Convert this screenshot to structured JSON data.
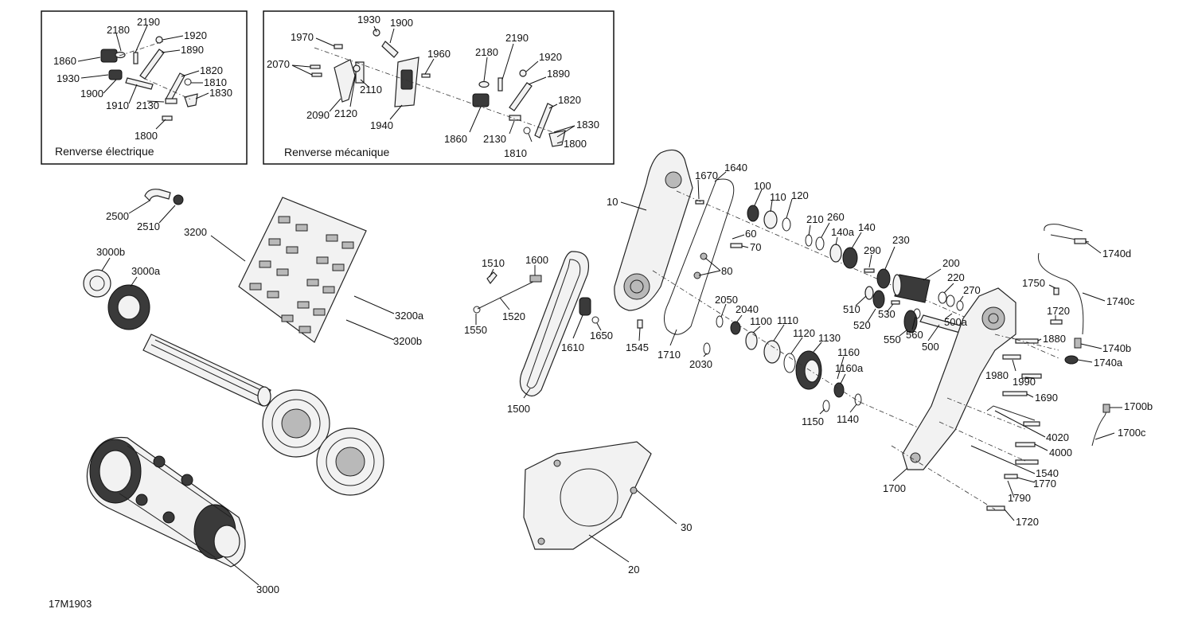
{
  "diagram": {
    "code": "17M1903",
    "insets": {
      "electric": {
        "caption": "Renverse électrique"
      },
      "mechanical": {
        "caption": "Renverse mécanique"
      }
    },
    "labels": {
      "p2180a": "2180",
      "p2190a": "2190",
      "p1920a": "1920",
      "p1890a": "1890",
      "p1860a": "1860",
      "p1930a": "1930",
      "p1820a": "1820",
      "p1810a": "1810",
      "p1900a": "1900",
      "p1910a": "1910",
      "p2130a": "2130",
      "p1830a": "1830",
      "p1800a": "1800",
      "p1930b": "1930",
      "p1900b": "1900",
      "p1970": "1970",
      "p1960": "1960",
      "p2070": "2070",
      "p2110": "2110",
      "p2120": "2120",
      "p2090": "2090",
      "p1940": "1940",
      "p2190b": "2190",
      "p2180b": "2180",
      "p1920b": "1920",
      "p1890b": "1890",
      "p1820b": "1820",
      "p1830b": "1830",
      "p1860b": "1860",
      "p2130b": "2130",
      "p1800b": "1800",
      "p1810b": "1810",
      "p2500": "2500",
      "p2510": "2510",
      "p3200": "3200",
      "p3000b": "3000b",
      "p3000a": "3000a",
      "p3200a": "3200a",
      "p3200b": "3200b",
      "p3000": "3000",
      "p1510": "1510",
      "p1600": "1600",
      "p1520": "1520",
      "p1550": "1550",
      "p1610": "1610",
      "p1650": "1650",
      "p1500": "1500",
      "p10": "10",
      "p1670": "1670",
      "p1640": "1640",
      "p100": "100",
      "p110": "110",
      "p120": "120",
      "p60": "60",
      "p70": "70",
      "p80": "80",
      "p1545": "1545",
      "p1710": "1710",
      "p2050": "2050",
      "p2040": "2040",
      "p1100": "1100",
      "p1110": "1110",
      "p1120": "1120",
      "p1130": "1130",
      "p2030": "2030",
      "p1160": "1160",
      "p1160a": "1160a",
      "p1150": "1150",
      "p1140": "1140",
      "p210": "210",
      "p260": "260",
      "p140a": "140a",
      "p140": "140",
      "p290": "290",
      "p230": "230",
      "p200": "200",
      "p220": "220",
      "p270": "270",
      "p510": "510",
      "p520": "520",
      "p530": "530",
      "p500a": "500a",
      "p560": "560",
      "p550": "550",
      "p500": "500",
      "p1740d": "1740d",
      "p1750": "1750",
      "p1740c": "1740c",
      "p1720a": "1720",
      "p1880": "1880",
      "p1740b": "1740b",
      "p1740a": "1740a",
      "p1980": "1980",
      "p1990": "1990",
      "p1690": "1690",
      "p1700b": "1700b",
      "p1700c": "1700c",
      "p4020": "4020",
      "p4000": "4000",
      "p1540": "1540",
      "p1770": "1770",
      "p1790": "1790",
      "p1700": "1700",
      "p1720b": "1720",
      "p30": "30",
      "p20": "20"
    }
  }
}
